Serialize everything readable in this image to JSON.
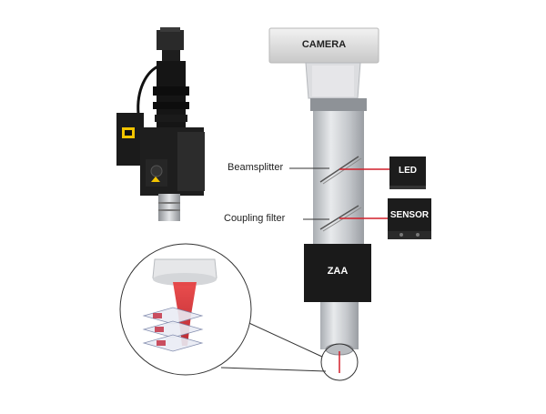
{
  "diagram": {
    "camera_label": "CAMERA",
    "led_label": "LED",
    "sensor_label": "SENSOR",
    "zaa_label": "ZAA",
    "beamsplitter_label": "Beamsplitter",
    "coupling_filter_label": "Coupling filter",
    "colors": {
      "tube": "#c9ccd0",
      "camera_box": "#d9d9d9",
      "dark_box": "#1a1a1a",
      "beam": "#d21f2a"
    }
  }
}
